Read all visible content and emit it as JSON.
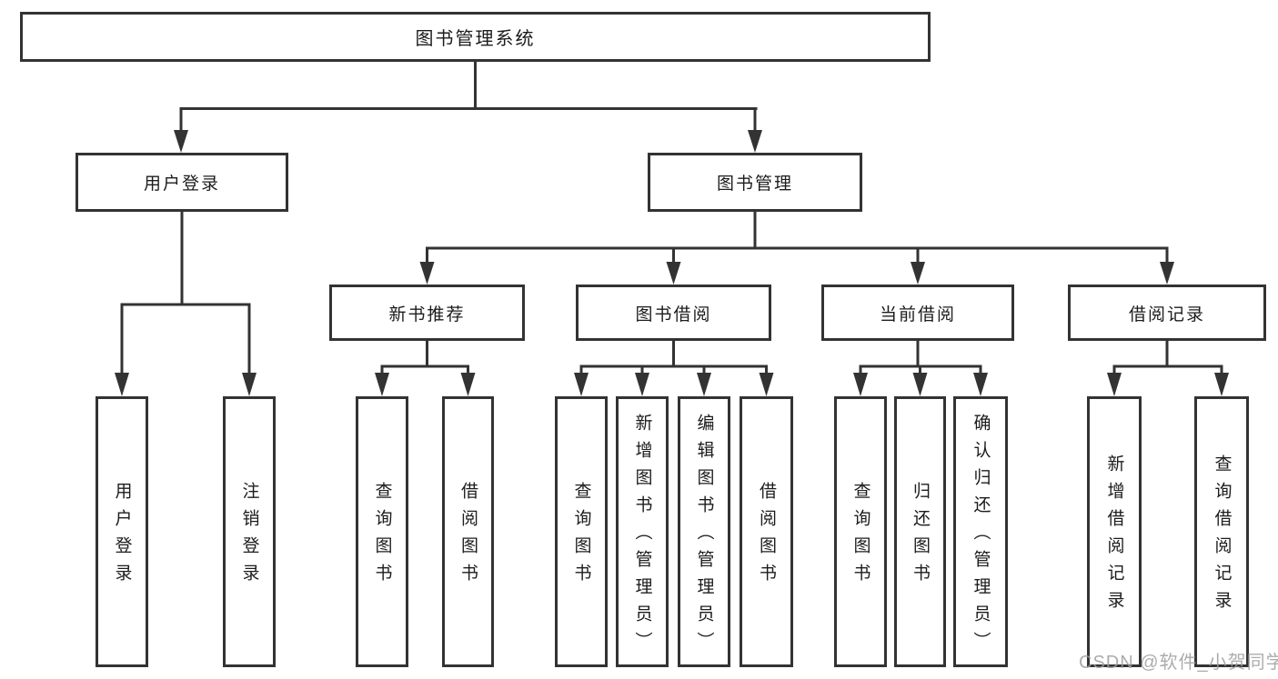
{
  "diagram": {
    "type": "hierarchy-tree",
    "root": {
      "label": "图书管理系统",
      "children": [
        {
          "label": "用户登录",
          "children": [
            {
              "label": "用户登录"
            },
            {
              "label": "注销登录"
            }
          ]
        },
        {
          "label": "图书管理",
          "children": [
            {
              "label": "新书推荐",
              "children": [
                {
                  "label": "查询图书"
                },
                {
                  "label": "借阅图书"
                }
              ]
            },
            {
              "label": "图书借阅",
              "children": [
                {
                  "label": "查询图书"
                },
                {
                  "label": "新增图书（管理员）"
                },
                {
                  "label": "编辑图书（管理员）"
                },
                {
                  "label": "借阅图书"
                }
              ]
            },
            {
              "label": "当前借阅",
              "children": [
                {
                  "label": "查询图书"
                },
                {
                  "label": "归还图书"
                },
                {
                  "label": "确认归还（管理员）"
                }
              ]
            },
            {
              "label": "借阅记录",
              "children": [
                {
                  "label": "新增借阅记录"
                },
                {
                  "label": "查询借阅记录"
                }
              ]
            }
          ]
        }
      ]
    },
    "colors": {
      "line": "#333333",
      "box_border": "#333333",
      "text": "#1c1c1c",
      "background": "#ffffff",
      "watermark": "#9e9e9e"
    }
  },
  "watermark": {
    "text": "CSDN @软件_小贺同学"
  }
}
